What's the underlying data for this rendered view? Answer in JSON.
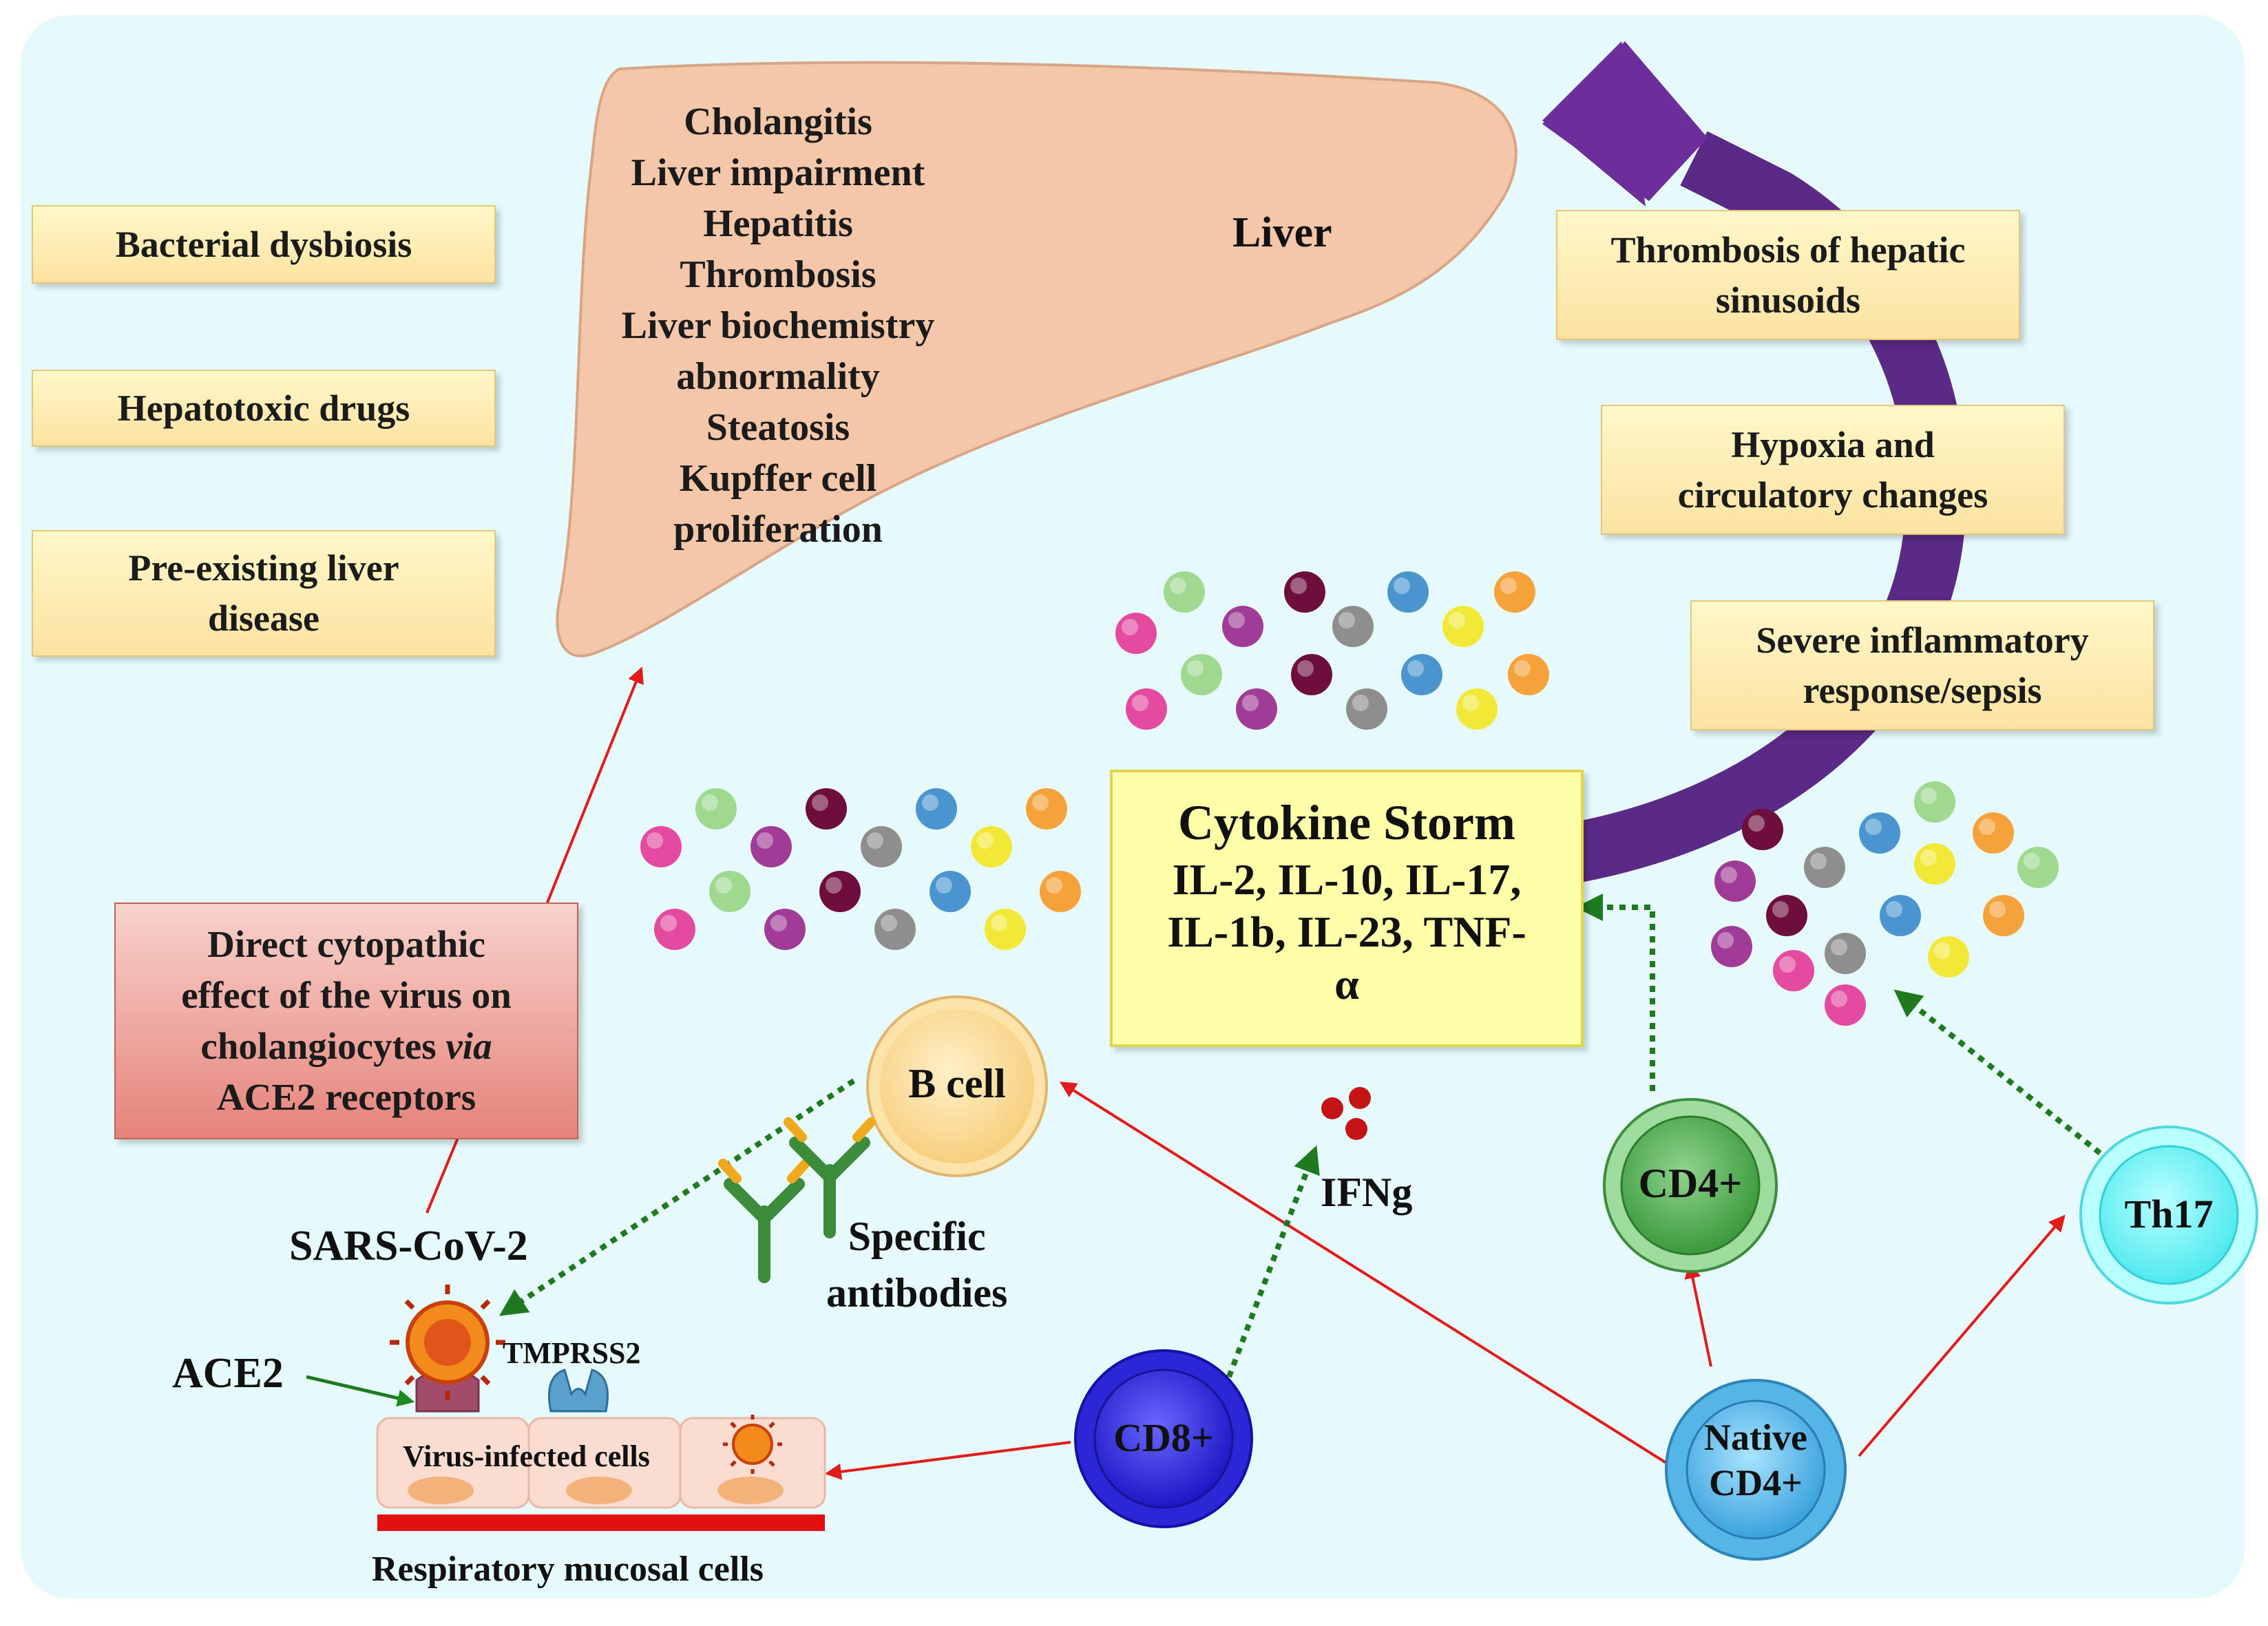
{
  "liver": {
    "label": "Liver",
    "manifestations": [
      "Cholangitis",
      "Liver impairment",
      "Hepatitis",
      "Thrombosis",
      "Liver biochemistry",
      "abnormality",
      "Steatosis",
      "Kupffer cell",
      "proliferation"
    ]
  },
  "risk_factors": [
    "Bacterial dysbiosis",
    "Hepatotoxic drugs",
    "Pre-existing liver",
    "disease"
  ],
  "mechanisms": {
    "thrombosis": [
      "Thrombosis of hepatic",
      "sinusoids"
    ],
    "hypoxia": [
      "Hypoxia and",
      "circulatory changes"
    ],
    "inflammation": [
      "Severe inflammatory",
      "response/sepsis"
    ]
  },
  "cytokine_storm": {
    "title": "Cytokine Storm",
    "lines": [
      "IL-2, IL-10, IL-17,",
      "IL-1b, IL-23, TNF-",
      "α"
    ]
  },
  "direct_effect": {
    "line1": "Direct cytopathic",
    "line2": "effect of the virus on",
    "line3_pre": "cholangiocytes ",
    "line3_italic": "via",
    "line4": "ACE2 receptors"
  },
  "cells": {
    "b_cell": "B cell",
    "cd4": "CD4+",
    "th17": "Th17",
    "cd8": "CD8+",
    "native_cd4_line1": "Native",
    "native_cd4_line2": "CD4+"
  },
  "labels": {
    "ifng": "IFNg",
    "antibodies_line1": "Specific",
    "antibodies_line2": "antibodies",
    "sars": "SARS-CoV-2",
    "ace2": "ACE2",
    "tmprss2": "TMPRSS2",
    "infected": "Virus-infected cells",
    "mucosal": "Respiratory mucosal cells"
  },
  "colors": {
    "background": "#e6fafc",
    "liver": "#f5c7a9",
    "arrow_purple": "#5b2a86",
    "red_arrow": "#e21b1b",
    "green_arrow": "#1f8a1f"
  }
}
